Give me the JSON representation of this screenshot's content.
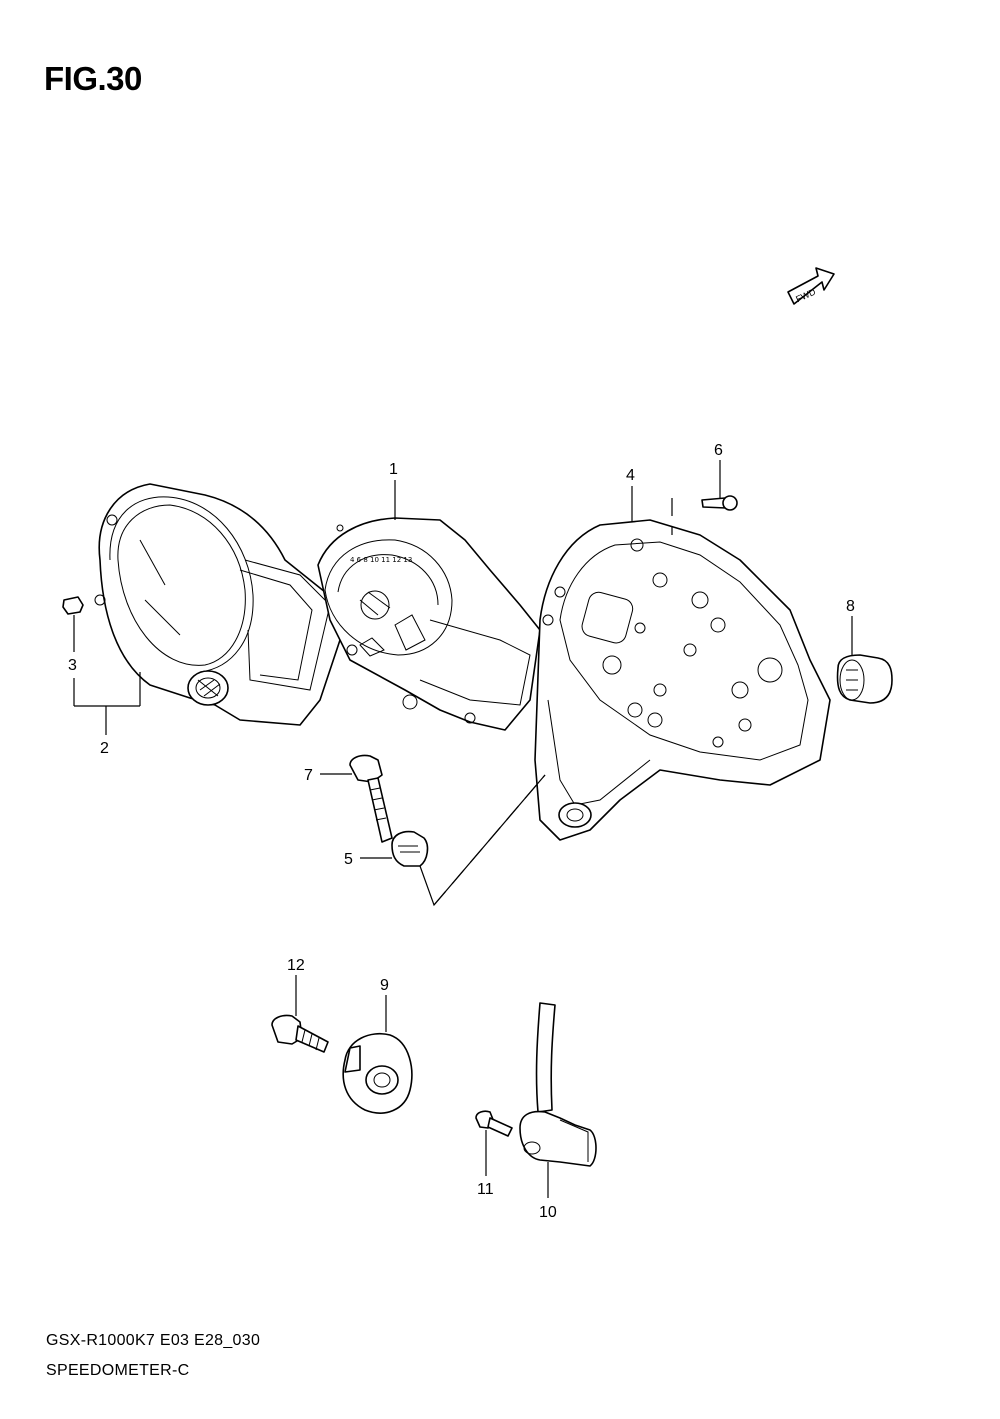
{
  "figure": {
    "title": "FIG.30",
    "fwd_label": "FWD"
  },
  "callouts": [
    {
      "id": "1",
      "label": "1"
    },
    {
      "id": "2",
      "label": "2"
    },
    {
      "id": "3",
      "label": "3"
    },
    {
      "id": "4",
      "label": "4"
    },
    {
      "id": "5",
      "label": "5"
    },
    {
      "id": "6",
      "label": "6"
    },
    {
      "id": "7",
      "label": "7"
    },
    {
      "id": "8",
      "label": "8"
    },
    {
      "id": "9",
      "label": "9"
    },
    {
      "id": "10",
      "label": "10"
    },
    {
      "id": "11",
      "label": "11"
    },
    {
      "id": "12",
      "label": "12"
    }
  ],
  "footer": {
    "model_code": "GSX-R1000K7 E03 E28_030",
    "section_name": "SPEEDOMETER-C"
  }
}
